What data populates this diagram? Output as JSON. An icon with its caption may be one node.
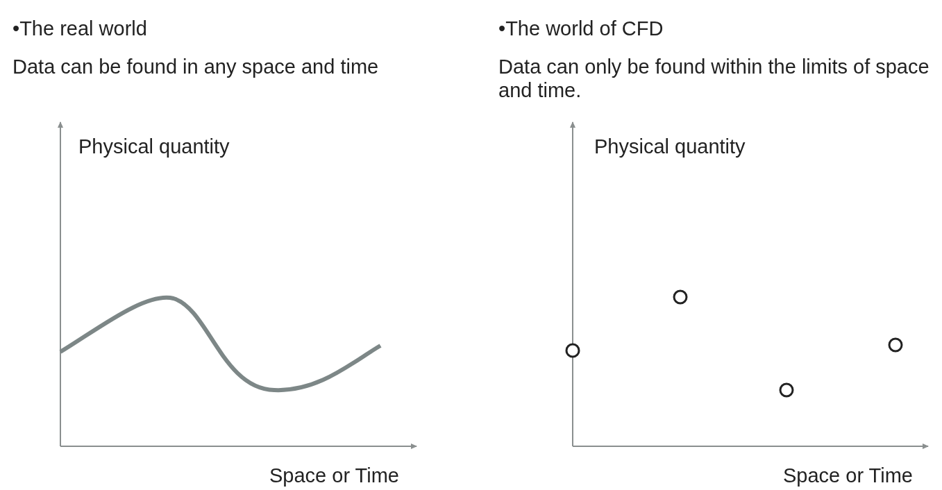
{
  "diagram": {
    "labels": [
      "•The real world",
      "Data can be found in any space and time",
      "Physical quantity",
      "Space or Time",
      "•The world of CFD",
      "Data can only be found within the limits of space and time.",
      "Physical quantity",
      "Space or Time"
    ]
  }
}
